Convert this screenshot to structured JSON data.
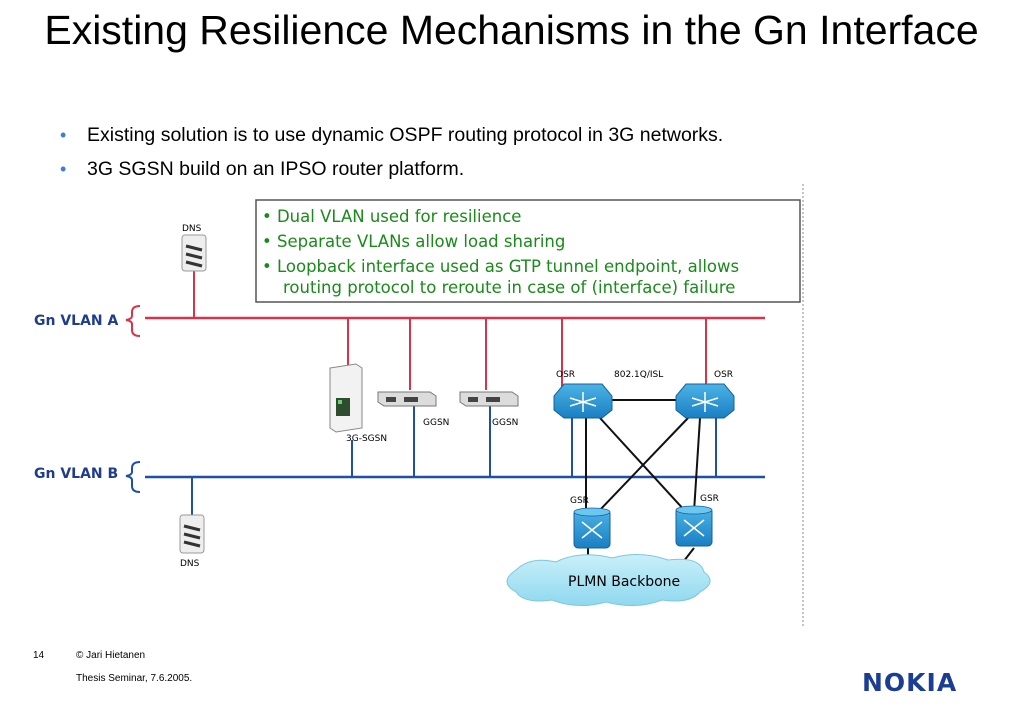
{
  "slide": {
    "title": "Existing Resilience Mechanisms in the Gn Interface",
    "bullets": [
      "Existing  solution is to use dynamic OSPF routing protocol in 3G networks.",
      "3G SGSN build on an IPSO router platform."
    ]
  },
  "diagram": {
    "callout": [
      "• Dual VLAN used for resilience",
      "• Separate VLANs allow load sharing",
      "• Loopback interface used as GTP tunnel endpoint, allows",
      "routing protocol to reroute in case of (interface) failure"
    ],
    "vlan_a": "Gn VLAN A",
    "vlan_b": "Gn VLAN B",
    "dns_top": "DNS",
    "dns_bottom": "DNS",
    "sgsn": "3G-SGSN",
    "ggsn_1": "GGSN",
    "ggsn_2": "GGSN",
    "osr_left": "OSR",
    "osr_right": "OSR",
    "trunk": "802.1Q/ISL",
    "gsr_left": "GSR",
    "gsr_right": "GSR",
    "backbone": "PLMN Backbone",
    "colors": {
      "vlan_a": "#d9334a",
      "vlan_b": "#1f4fa8",
      "router": "#2c9ad6",
      "callout_text": "#1a8a1a",
      "vlan_label": "#1f3d8c"
    }
  },
  "footer": {
    "page_number": "14",
    "copyright": "© Jari Hietanen",
    "event": "Thesis Seminar, 7.6.2005.",
    "logo": "NOKIA"
  }
}
